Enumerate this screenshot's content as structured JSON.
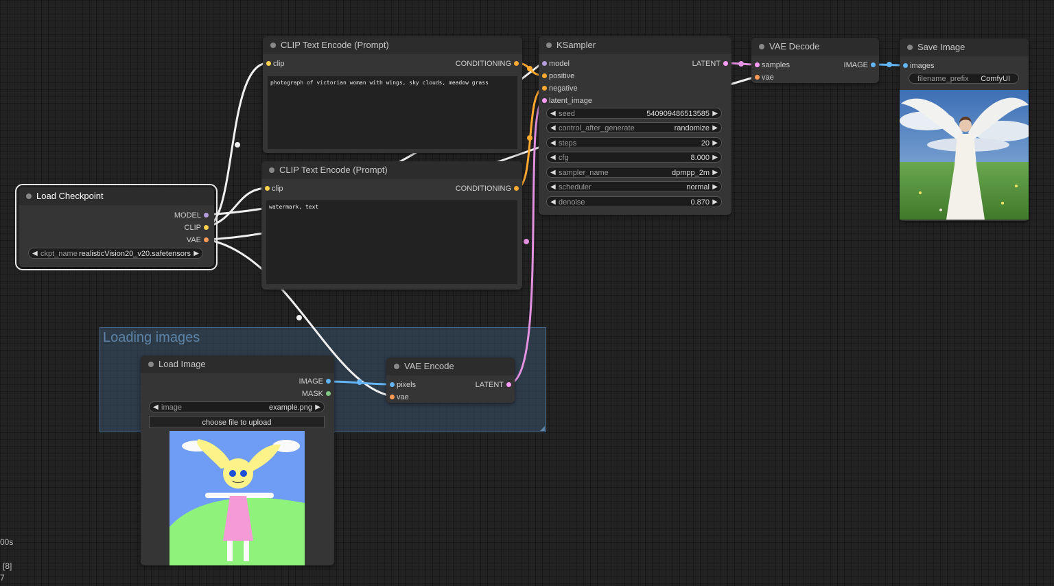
{
  "group": {
    "title": "Loading images"
  },
  "nodes": {
    "load_checkpoint": {
      "title": "Load Checkpoint",
      "outputs": [
        "MODEL",
        "CLIP",
        "VAE"
      ],
      "widget": {
        "name": "ckpt_name",
        "value": "realisticVision20_v20.safetensors"
      }
    },
    "clip_pos": {
      "title": "CLIP Text Encode (Prompt)",
      "input": "clip",
      "output": "CONDITIONING",
      "text": "photograph of victorian woman with wings, sky clouds, meadow grass"
    },
    "clip_neg": {
      "title": "CLIP Text Encode (Prompt)",
      "input": "clip",
      "output": "CONDITIONING",
      "text": "watermark, text"
    },
    "ksampler": {
      "title": "KSampler",
      "inputs": [
        "model",
        "positive",
        "negative",
        "latent_image"
      ],
      "output": "LATENT",
      "widgets": [
        {
          "name": "seed",
          "value": "540909486513585"
        },
        {
          "name": "control_after_generate",
          "value": "randomize"
        },
        {
          "name": "steps",
          "value": "20"
        },
        {
          "name": "cfg",
          "value": "8.000"
        },
        {
          "name": "sampler_name",
          "value": "dpmpp_2m"
        },
        {
          "name": "scheduler",
          "value": "normal"
        },
        {
          "name": "denoise",
          "value": "0.870"
        }
      ]
    },
    "vae_decode": {
      "title": "VAE Decode",
      "inputs": [
        "samples",
        "vae"
      ],
      "output": "IMAGE"
    },
    "save_image": {
      "title": "Save Image",
      "input": "images",
      "widget": {
        "name": "filename_prefix",
        "value": "ComfyUI"
      }
    },
    "load_image": {
      "title": "Load Image",
      "outputs": [
        "IMAGE",
        "MASK"
      ],
      "widget": {
        "name": "image",
        "value": "example.png"
      },
      "upload_label": "choose file to upload"
    },
    "vae_encode": {
      "title": "VAE Encode",
      "inputs": [
        "pixels",
        "vae"
      ],
      "output": "LATENT"
    }
  },
  "side_info": [
    "00s",
    "[8]",
    "7"
  ],
  "colors": {
    "model": "#b39ddb",
    "clip": "#ffd24d",
    "vae": "#ff9a57",
    "conditioning": "#ffa931",
    "latent": "#ff9cf9",
    "image": "#64b5f6",
    "mask": "#81c784"
  },
  "icons": {
    "combo_left": "triangle-left-icon",
    "combo_right": "triangle-right-icon"
  }
}
